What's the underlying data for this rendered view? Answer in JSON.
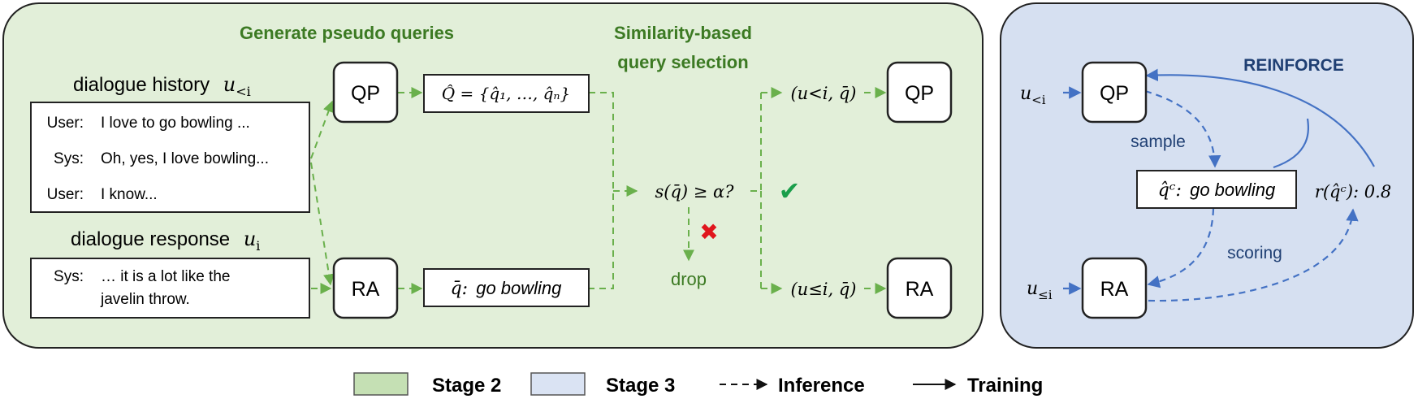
{
  "stage2": {
    "title_generate": "Generate pseudo queries",
    "title_selection_line1": "Similarity-based",
    "title_selection_line2": "query selection",
    "history_title": "dialogue history",
    "history_sym": "u",
    "history_sub": "<i",
    "history_rows": [
      {
        "speaker": "User:",
        "text": "I love to go bowling ..."
      },
      {
        "speaker": "Sys:",
        "text": "Oh, yes, I love bowling..."
      },
      {
        "speaker": "User:",
        "text": "I know..."
      }
    ],
    "response_title": "dialogue response",
    "response_sym": "u",
    "response_sub": "i",
    "response_speaker": "Sys:",
    "response_line1": "… it is a lot like the",
    "response_line2": "javelin throw.",
    "qp_label": "QP",
    "ra_label": "RA",
    "qhat_set": "Q̂ = {q̂₁, …, q̂ₙ}",
    "qbar_prefix": "q̄:",
    "qbar_value": "go bowling",
    "condition": "s(q̄) ≥ α?",
    "check_mark": "✔",
    "cross_mark": "✖",
    "drop_label": "drop",
    "pair_top": "(u<i, q̄)",
    "pair_bottom": "(u≤i, q̄)",
    "qp2_label": "QP",
    "ra2_label": "RA"
  },
  "stage3": {
    "title": "REINFORCE",
    "qp_label": "QP",
    "ra_label": "RA",
    "input_top_sym": "u",
    "input_top_sub": "<i",
    "input_bottom_sym": "u",
    "input_bottom_sub": "≤i",
    "sample_label": "sample",
    "scoring_label": "scoring",
    "qc_prefix": "q̂ᶜ:",
    "qc_value": "go bowling",
    "reward_label": "r(q̂ᶜ): 0.8"
  },
  "legend": {
    "stage2": "Stage 2",
    "stage3": "Stage 3",
    "inference": "Inference",
    "training": "Training"
  },
  "colors": {
    "stage2_fill": "#e2efd9",
    "stage3_fill": "#d6e0f1",
    "green_title": "#3c7a23",
    "green_arrow": "#6ab04c",
    "blue_title": "#1f3f73",
    "blue_arrow": "#4472c4",
    "check": "#1a9e4b",
    "cross": "#e0161d"
  }
}
